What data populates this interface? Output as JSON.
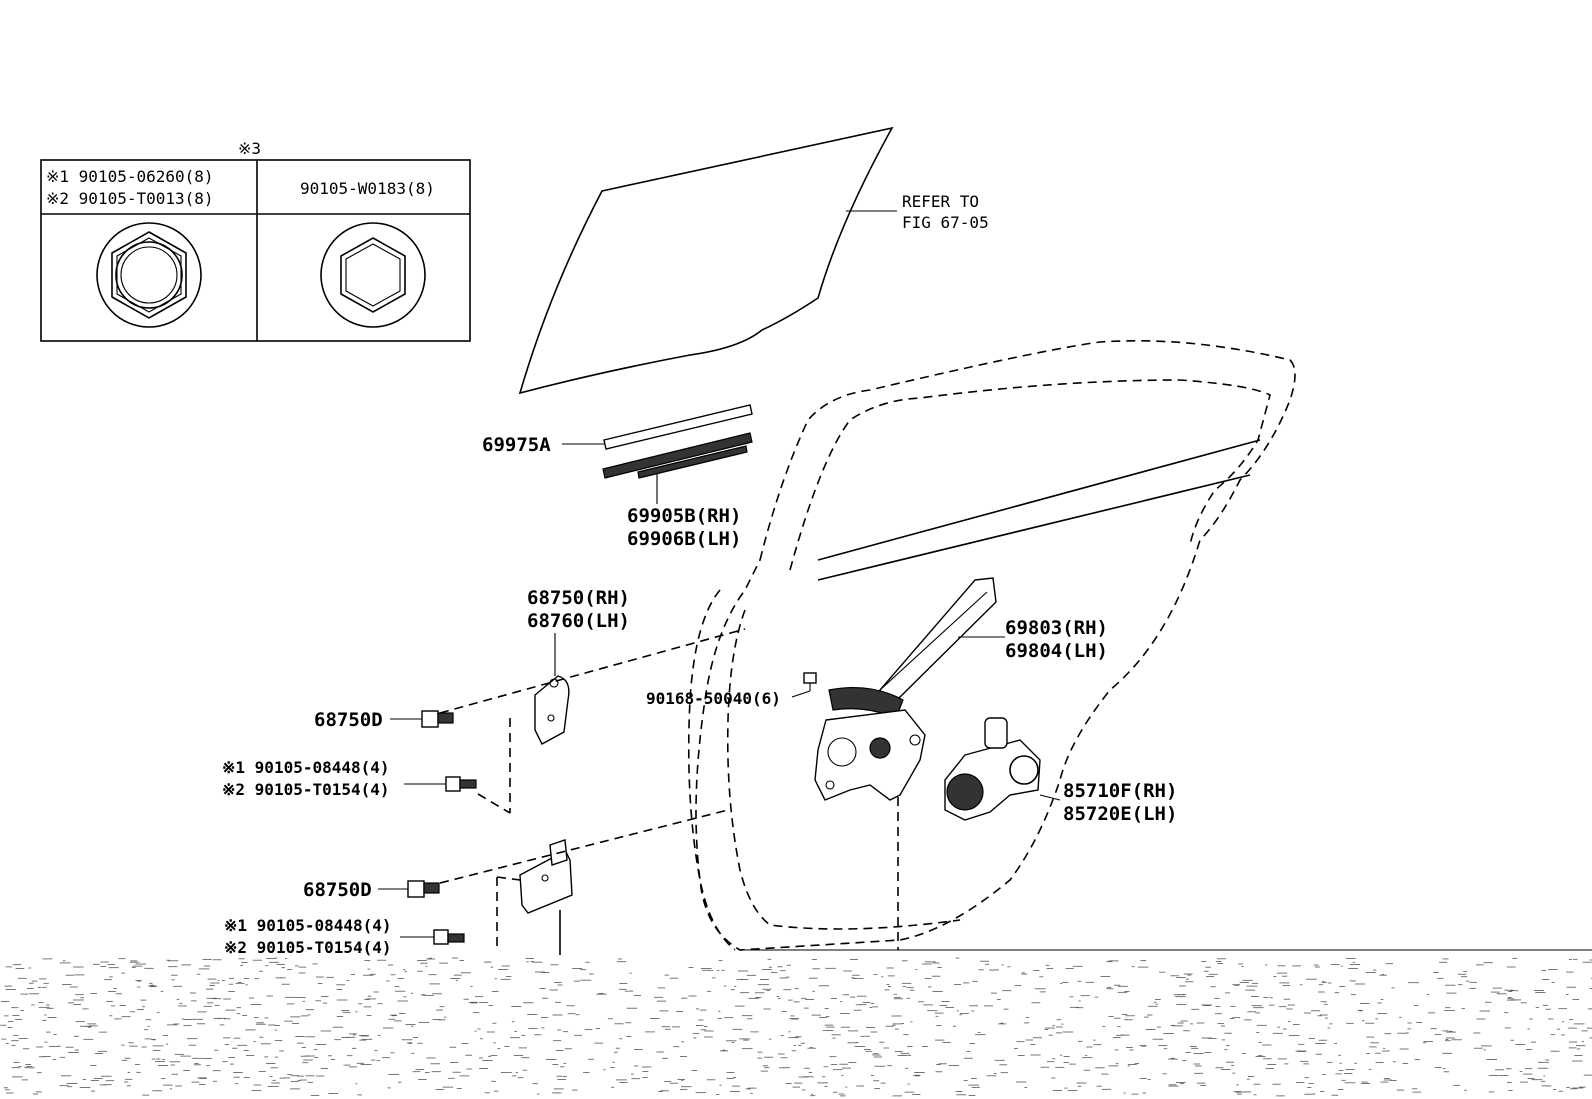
{
  "legend_table": {
    "header_mark": "※3",
    "left_line_1": "※1 90105-06260(8)",
    "left_line_2": "※2 90105-T0013(8)",
    "right_line": "90105-W0183(8)"
  },
  "glass": {
    "note_line_1": "REFER TO",
    "note_line_2": "FIG 67-05"
  },
  "parts": {
    "channel_a": "69975A",
    "channel_b_rh": "69905B(RH)",
    "channel_b_lh": "69906B(LH)",
    "hinge_rh": "68750(RH)",
    "hinge_lh": "68760(LH)",
    "hinge_bolt_upper": "68750D",
    "upper_bolt_1": "※1 90105-08448(4)",
    "upper_bolt_2": "※2 90105-T0154(4)",
    "regulator_rh": "69803(RH)",
    "regulator_lh": "69804(LH)",
    "regulator_fastener": "90168-50040(6)",
    "motor_rh": "85710F(RH)",
    "motor_lh": "85720E(LH)",
    "hinge_bolt_lower": "68750D",
    "lower_bolt_1": "※1 90105-08448(4)",
    "lower_bolt_2": "※2 90105-T0154(4)"
  }
}
